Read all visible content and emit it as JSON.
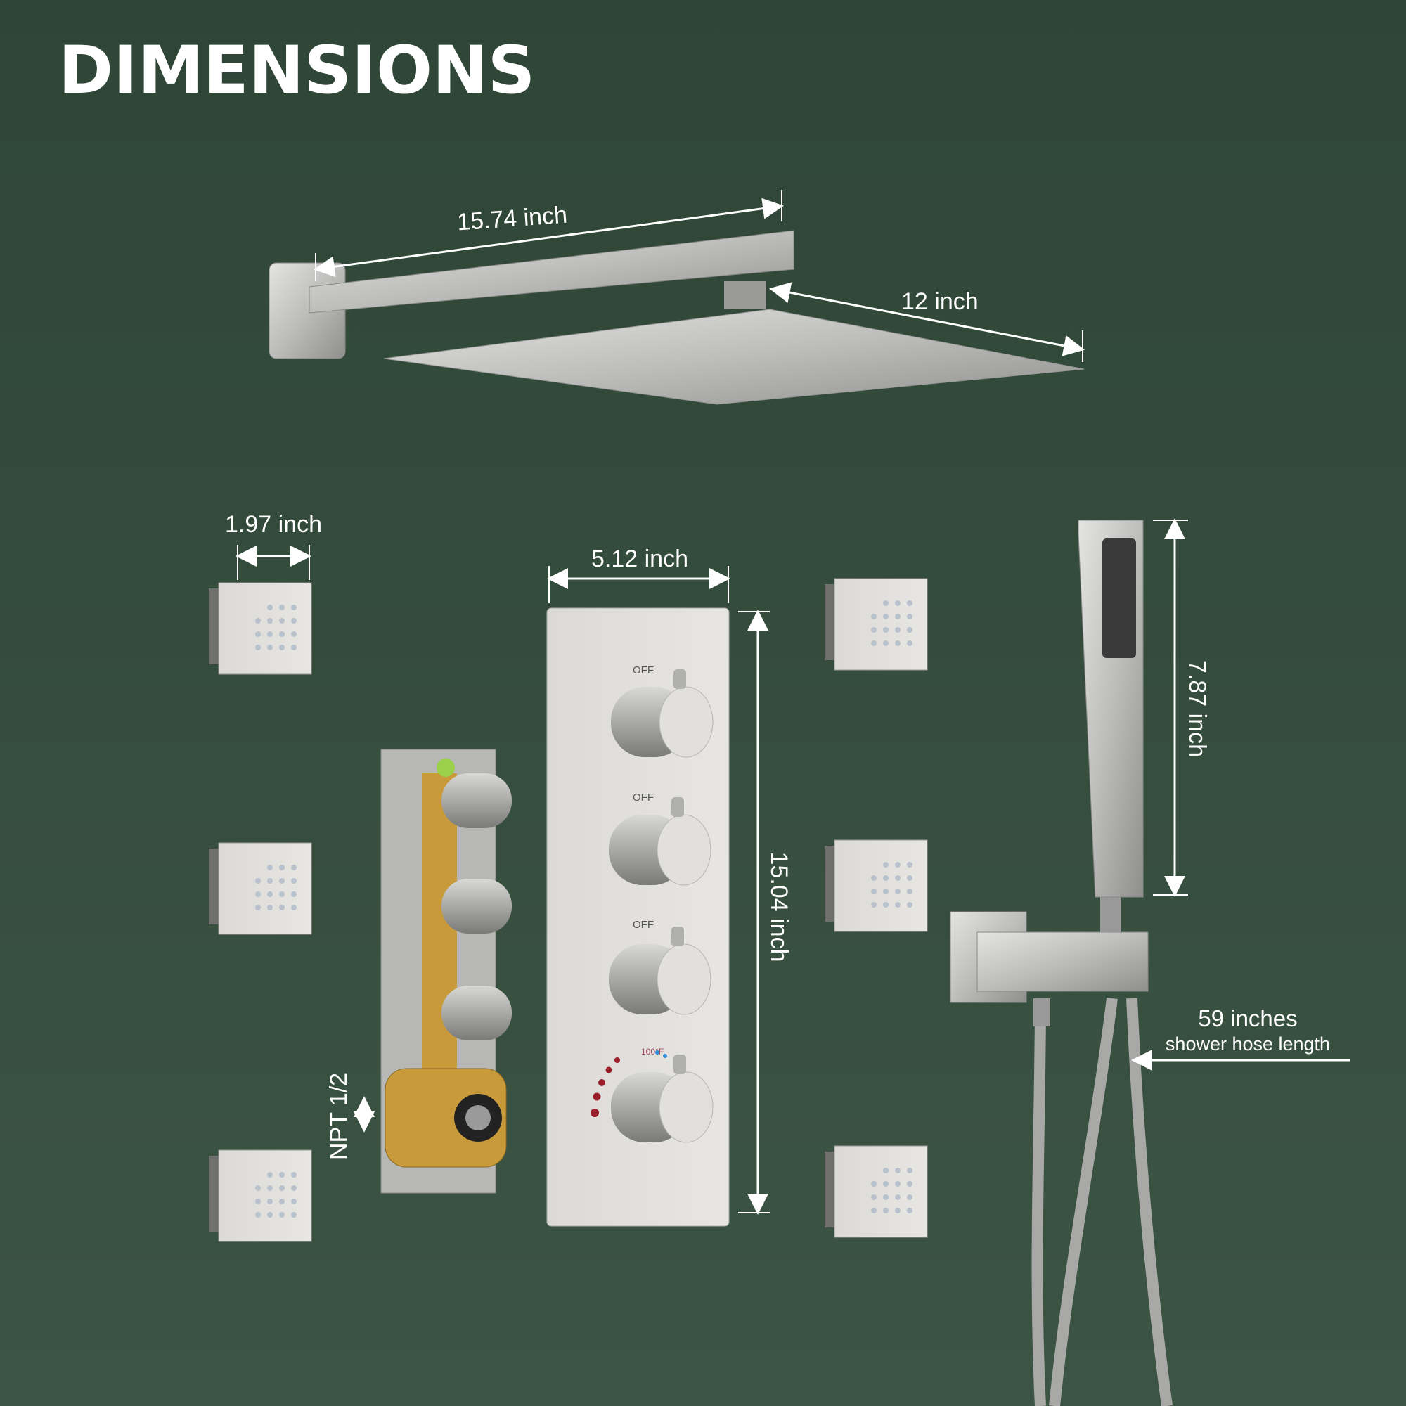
{
  "title": "DIMENSIONS",
  "dimensions": {
    "shower_arm": "15.74 inch",
    "shower_head": "12 inch",
    "body_jet": "1.97 inch",
    "panel_width": "5.12 inch",
    "panel_height": "15.04 inch",
    "hand_shower": "7.87 inch",
    "valve_connection": "NPT 1/2",
    "hose_length": "59 inches",
    "hose_caption": "shower hose length"
  },
  "panel": {
    "knob_labels": [
      "OFF",
      "OFF",
      "OFF"
    ],
    "temperature_label": "100°F"
  },
  "colors": {
    "background": "#33493a",
    "metal": "#c9c9c7",
    "brass": "#c99a3a",
    "text": "#ffffff"
  }
}
